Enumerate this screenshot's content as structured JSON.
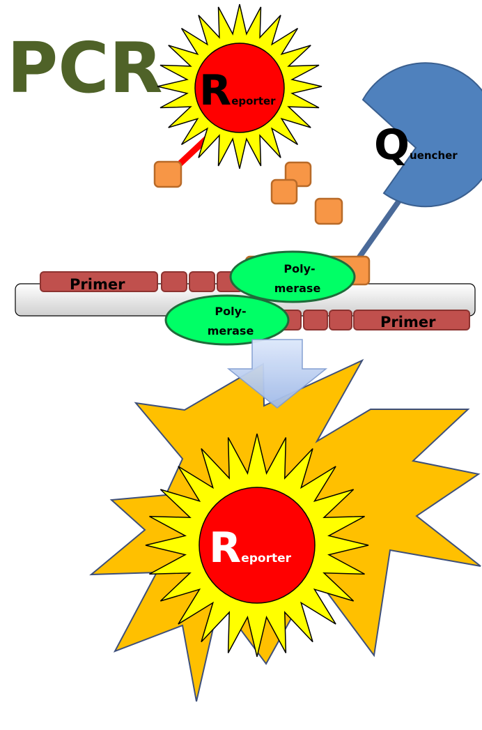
{
  "title": "PCR",
  "reporter_top": {
    "initial": "R",
    "rest": "eporter"
  },
  "quencher": {
    "initial": "Q",
    "rest": "uencher"
  },
  "primer_left": "Primer",
  "primer_right": "Primer",
  "polymerase_upper": {
    "line1": "Poly-",
    "line2": "merase"
  },
  "polymerase_lower": {
    "line1": "Poly-",
    "line2": "merase"
  },
  "reporter_bottom": {
    "initial": "R",
    "rest": "eporter"
  },
  "colors": {
    "title": "#4f6228",
    "reporter_circle": "#ff0000",
    "sun_rays": "#ffff00",
    "explosion": "#ffc000",
    "quencher": "#4f81bd",
    "nucleotide": "#f79646",
    "primer": "#c0504d",
    "polymerase": "#00ff66",
    "dna_strand": "#e6e6e6",
    "arrow": "#b8ccf0"
  }
}
